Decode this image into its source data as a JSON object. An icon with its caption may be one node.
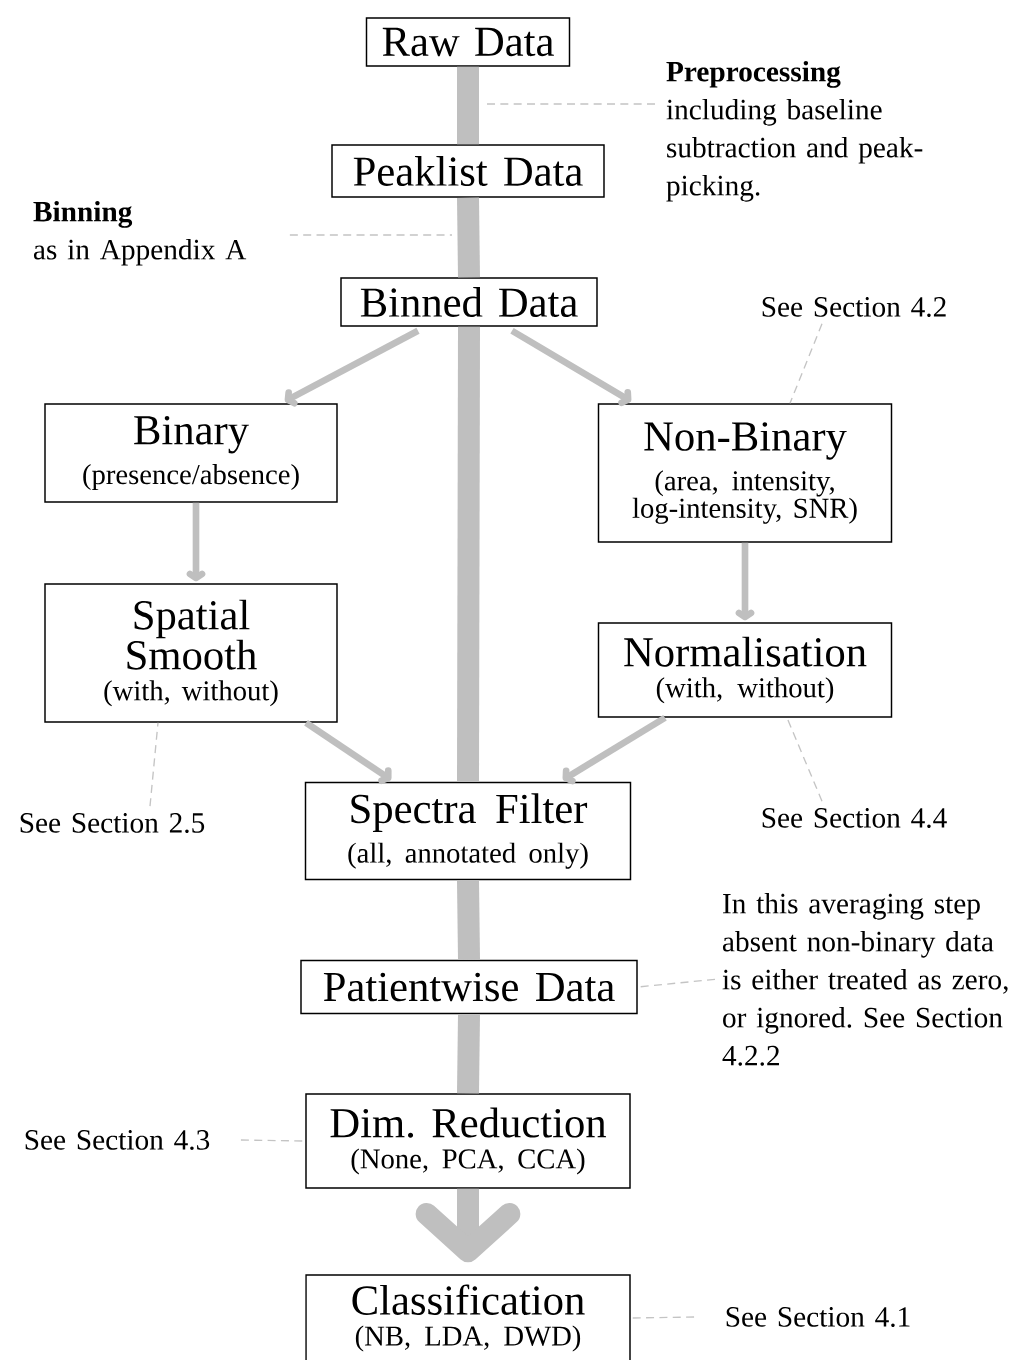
{
  "diagram": {
    "nodes": [
      {
        "text": [
          "Raw Data"
        ]
      },
      {
        "text": [
          "Peaklist Data"
        ]
      },
      {
        "text": [
          "Binned Data"
        ]
      },
      {
        "text": [
          "Binary",
          "(presence/absence)"
        ]
      },
      {
        "text": [
          "Non-Binary",
          "(area, intensity, log-intensity, SNR)"
        ]
      },
      {
        "text": [
          "Spatial Smooth",
          "(with, without)"
        ]
      },
      {
        "text": [
          "Normalisation",
          "(with, without)"
        ]
      },
      {
        "text": [
          "Spectra Filter",
          "(all, annotated only)"
        ]
      },
      {
        "text": [
          "Patientwise Data"
        ]
      },
      {
        "text": [
          "Dim. Reduction",
          "(None, PCA, CCA)"
        ]
      },
      {
        "text": [
          "Classification",
          "(NB, LDA, DWD)"
        ]
      },
      {
        "text": [
          "Preprocessing",
          "including baseline subtraction and peak-picking."
        ]
      },
      {
        "text": [
          "Binning",
          "as in Appendix A"
        ]
      },
      {
        "text": [
          "See Section 4.2"
        ]
      },
      {
        "text": [
          "See Section 2.5"
        ]
      },
      {
        "text": [
          "See Section 4.4"
        ]
      },
      {
        "text": [
          "In this averaging step absent non-binary data is either treated as zero, or ignored. See Section 4.2.2"
        ]
      },
      {
        "text": [
          "See Section 4.3"
        ]
      },
      {
        "text": [
          "See Section 4.1"
        ]
      }
    ],
    "edges": [
      {
        "from": 0,
        "to": 1,
        "arrow": "none",
        "style": "thick"
      },
      {
        "from": 1,
        "to": 2,
        "arrow": "none",
        "style": "thick"
      },
      {
        "from": 2,
        "to": 7,
        "arrow": "none",
        "style": "thick"
      },
      {
        "from": 7,
        "to": 8,
        "arrow": "none",
        "style": "thick"
      },
      {
        "from": 8,
        "to": 9,
        "arrow": "none",
        "style": "thick"
      },
      {
        "from": 9,
        "to": 10,
        "arrow": "to",
        "style": "thick"
      },
      {
        "from": 2,
        "to": 3,
        "arrow": "to"
      },
      {
        "from": 2,
        "to": 4,
        "arrow": "to"
      },
      {
        "from": 3,
        "to": 5,
        "arrow": "to"
      },
      {
        "from": 4,
        "to": 6,
        "arrow": "to"
      },
      {
        "from": 5,
        "to": 7,
        "arrow": "to"
      },
      {
        "from": 6,
        "to": 7,
        "arrow": "to"
      },
      {
        "from": 11,
        "to": null,
        "arrow": "none",
        "style": "dashed"
      },
      {
        "from": 12,
        "to": null,
        "arrow": "none",
        "style": "dashed"
      },
      {
        "from": 13,
        "to": 4,
        "arrow": "none",
        "style": "dashed"
      },
      {
        "from": 14,
        "to": 5,
        "arrow": "none",
        "style": "dashed"
      },
      {
        "from": 15,
        "to": 6,
        "arrow": "none",
        "style": "dashed"
      },
      {
        "from": 16,
        "to": 8,
        "arrow": "none",
        "style": "dashed"
      },
      {
        "from": 17,
        "to": 9,
        "arrow": "none",
        "style": "dashed"
      },
      {
        "from": 18,
        "to": 10,
        "arrow": "none",
        "style": "dashed"
      }
    ]
  }
}
